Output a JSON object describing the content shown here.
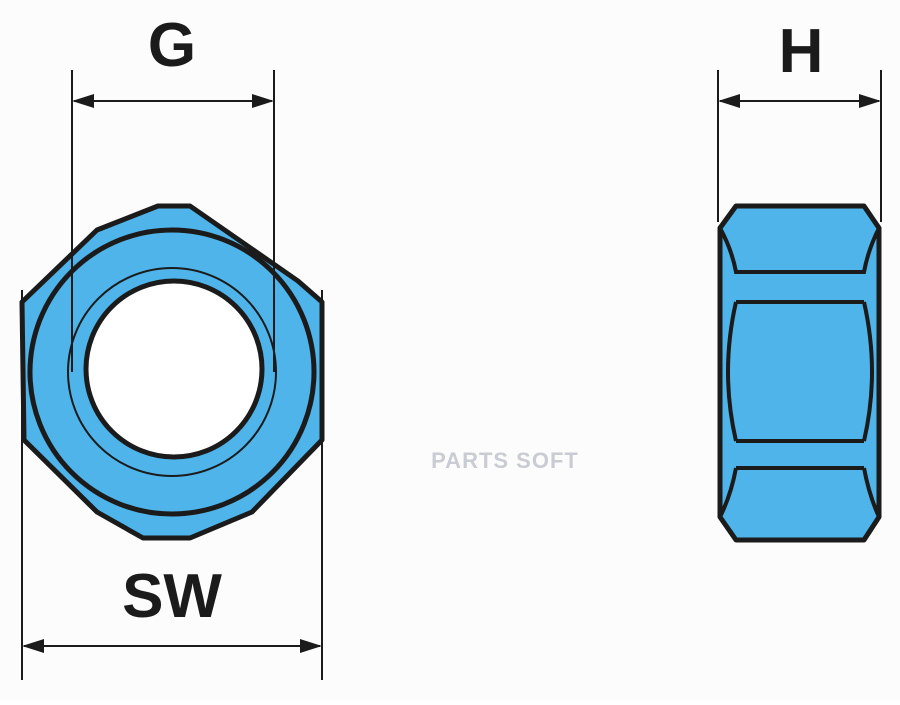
{
  "diagram": {
    "dimension_labels": {
      "thread": "G",
      "height": "H",
      "wrench_size": "SW"
    },
    "watermark": "PARTS SOFT",
    "colors": {
      "part_fill": "#4eb4ea",
      "outline": "#1b1b1b",
      "background": "#fcfcfd",
      "watermark": "#c9ccd2"
    }
  }
}
